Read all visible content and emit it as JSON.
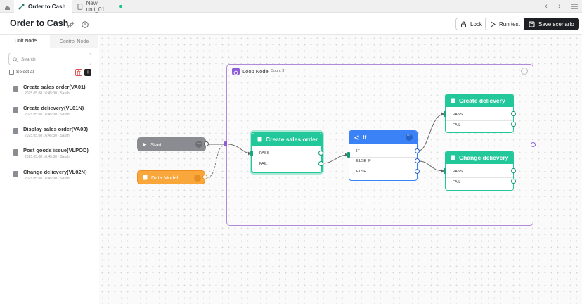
{
  "tabs": [
    {
      "label": "Order to Cash",
      "active": true
    },
    {
      "label": "New unit_01",
      "active": false
    }
  ],
  "header": {
    "title": "Order to Cash",
    "lock_label": "Lock",
    "run_label": "Run test",
    "save_label": "Save scenario"
  },
  "sidebar": {
    "tabs": [
      "Unit Node",
      "Control Node"
    ],
    "search_placeholder": "Search",
    "select_all": "Select all",
    "items": [
      {
        "name": "Create sales order(VA01)",
        "date": "2025.05.08 16:45:30",
        "user": "Sarah"
      },
      {
        "name": "Create delievery(VL01N)",
        "date": "2025.05.08 16:45:30",
        "user": "Sarah"
      },
      {
        "name": "Display sales order(VA03)",
        "date": "2025.05.08 16:45:30",
        "user": "Sarah"
      },
      {
        "name": "Post goods issue(VLPOD)",
        "date": "2025.05.08 16:45:30",
        "user": "Sarah"
      },
      {
        "name": "Change delievery(VL02N)",
        "date": "2025.05.08 16:45:30",
        "user": "Sarah"
      }
    ]
  },
  "canvas": {
    "loop": {
      "title": "Loop Node",
      "count": "Count 3"
    },
    "start": {
      "label": "Start"
    },
    "data_model": {
      "label": "Data Model"
    },
    "create_sales_order": {
      "title": "Create sales order",
      "pass": "PASS",
      "fail": "FAIL"
    },
    "if_node": {
      "title": "If",
      "if": "IF",
      "else_if": "ELSE IF",
      "else": "ELSE"
    },
    "create_delievery": {
      "title": "Create delievery",
      "pass": "PASS",
      "fail": "FAIL"
    },
    "change_delievery": {
      "title": "Change delievery",
      "pass": "PASS",
      "fail": "FAIL"
    }
  },
  "colors": {
    "teal": "#22c79a",
    "blue": "#3b82f6",
    "orange": "#f9a63b",
    "gray_start": "#8a8c91",
    "loop_border": "#b08ad8",
    "dark_button": "#1e1f22"
  },
  "icons": [
    "home-icon",
    "flow-icon",
    "file-icon",
    "chevron-left-icon",
    "chevron-right-icon",
    "menu-icon",
    "edit-icon",
    "history-icon",
    "lock-icon",
    "play-icon",
    "save-icon",
    "search-icon",
    "trash-icon",
    "plus-icon",
    "loop-icon",
    "branch-icon"
  ]
}
